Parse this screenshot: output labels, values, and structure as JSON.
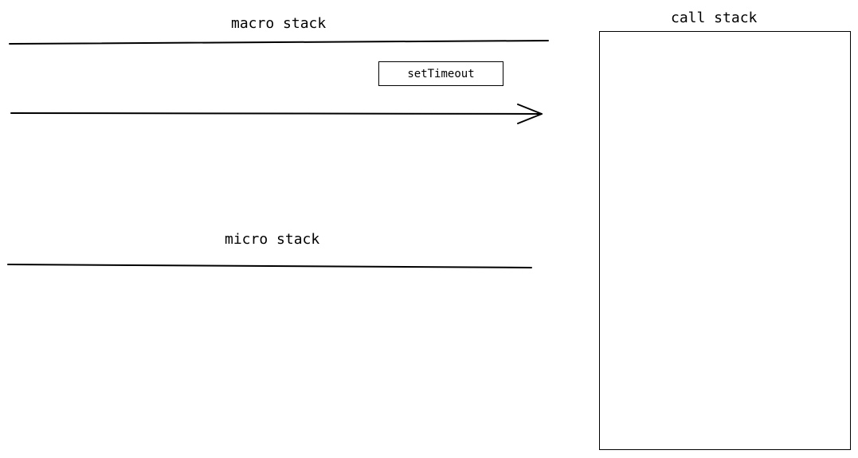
{
  "diagram": {
    "macro_stack": {
      "label": "macro stack",
      "tasks": [
        "setTimeout"
      ]
    },
    "micro_stack": {
      "label": "micro stack"
    },
    "call_stack": {
      "label": "call stack"
    }
  },
  "colors": {
    "stroke": "#000000",
    "background": "#ffffff"
  }
}
